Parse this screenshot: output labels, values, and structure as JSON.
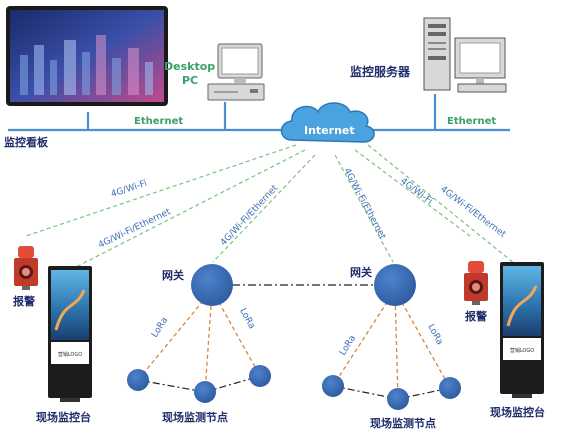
{
  "labels": {
    "dashboard": "监控看板",
    "desktop_pc_line1": "Desktop",
    "desktop_pc_line2": "PC",
    "server": "监控服务器",
    "ethernet": "Ethernet",
    "internet": "Internet",
    "wifi_4g": "4G/Wi-Fi",
    "wifi_4g_eth": "4G/Wi-Fi/Ethernet",
    "gateway": "网关",
    "lora": "LoRa",
    "alarm": "报警",
    "station": "现场监控台",
    "nodes": "现场监测节点",
    "kiosk_logo": "营销LOGO"
  },
  "colors": {
    "node": "#3a6bb5",
    "link_green": "#7cc27b",
    "lora_line": "#d9863e",
    "text_dark": "#1f2d6b",
    "ethernet_text": "#3aa06a",
    "bus": "#4a8fd0"
  }
}
